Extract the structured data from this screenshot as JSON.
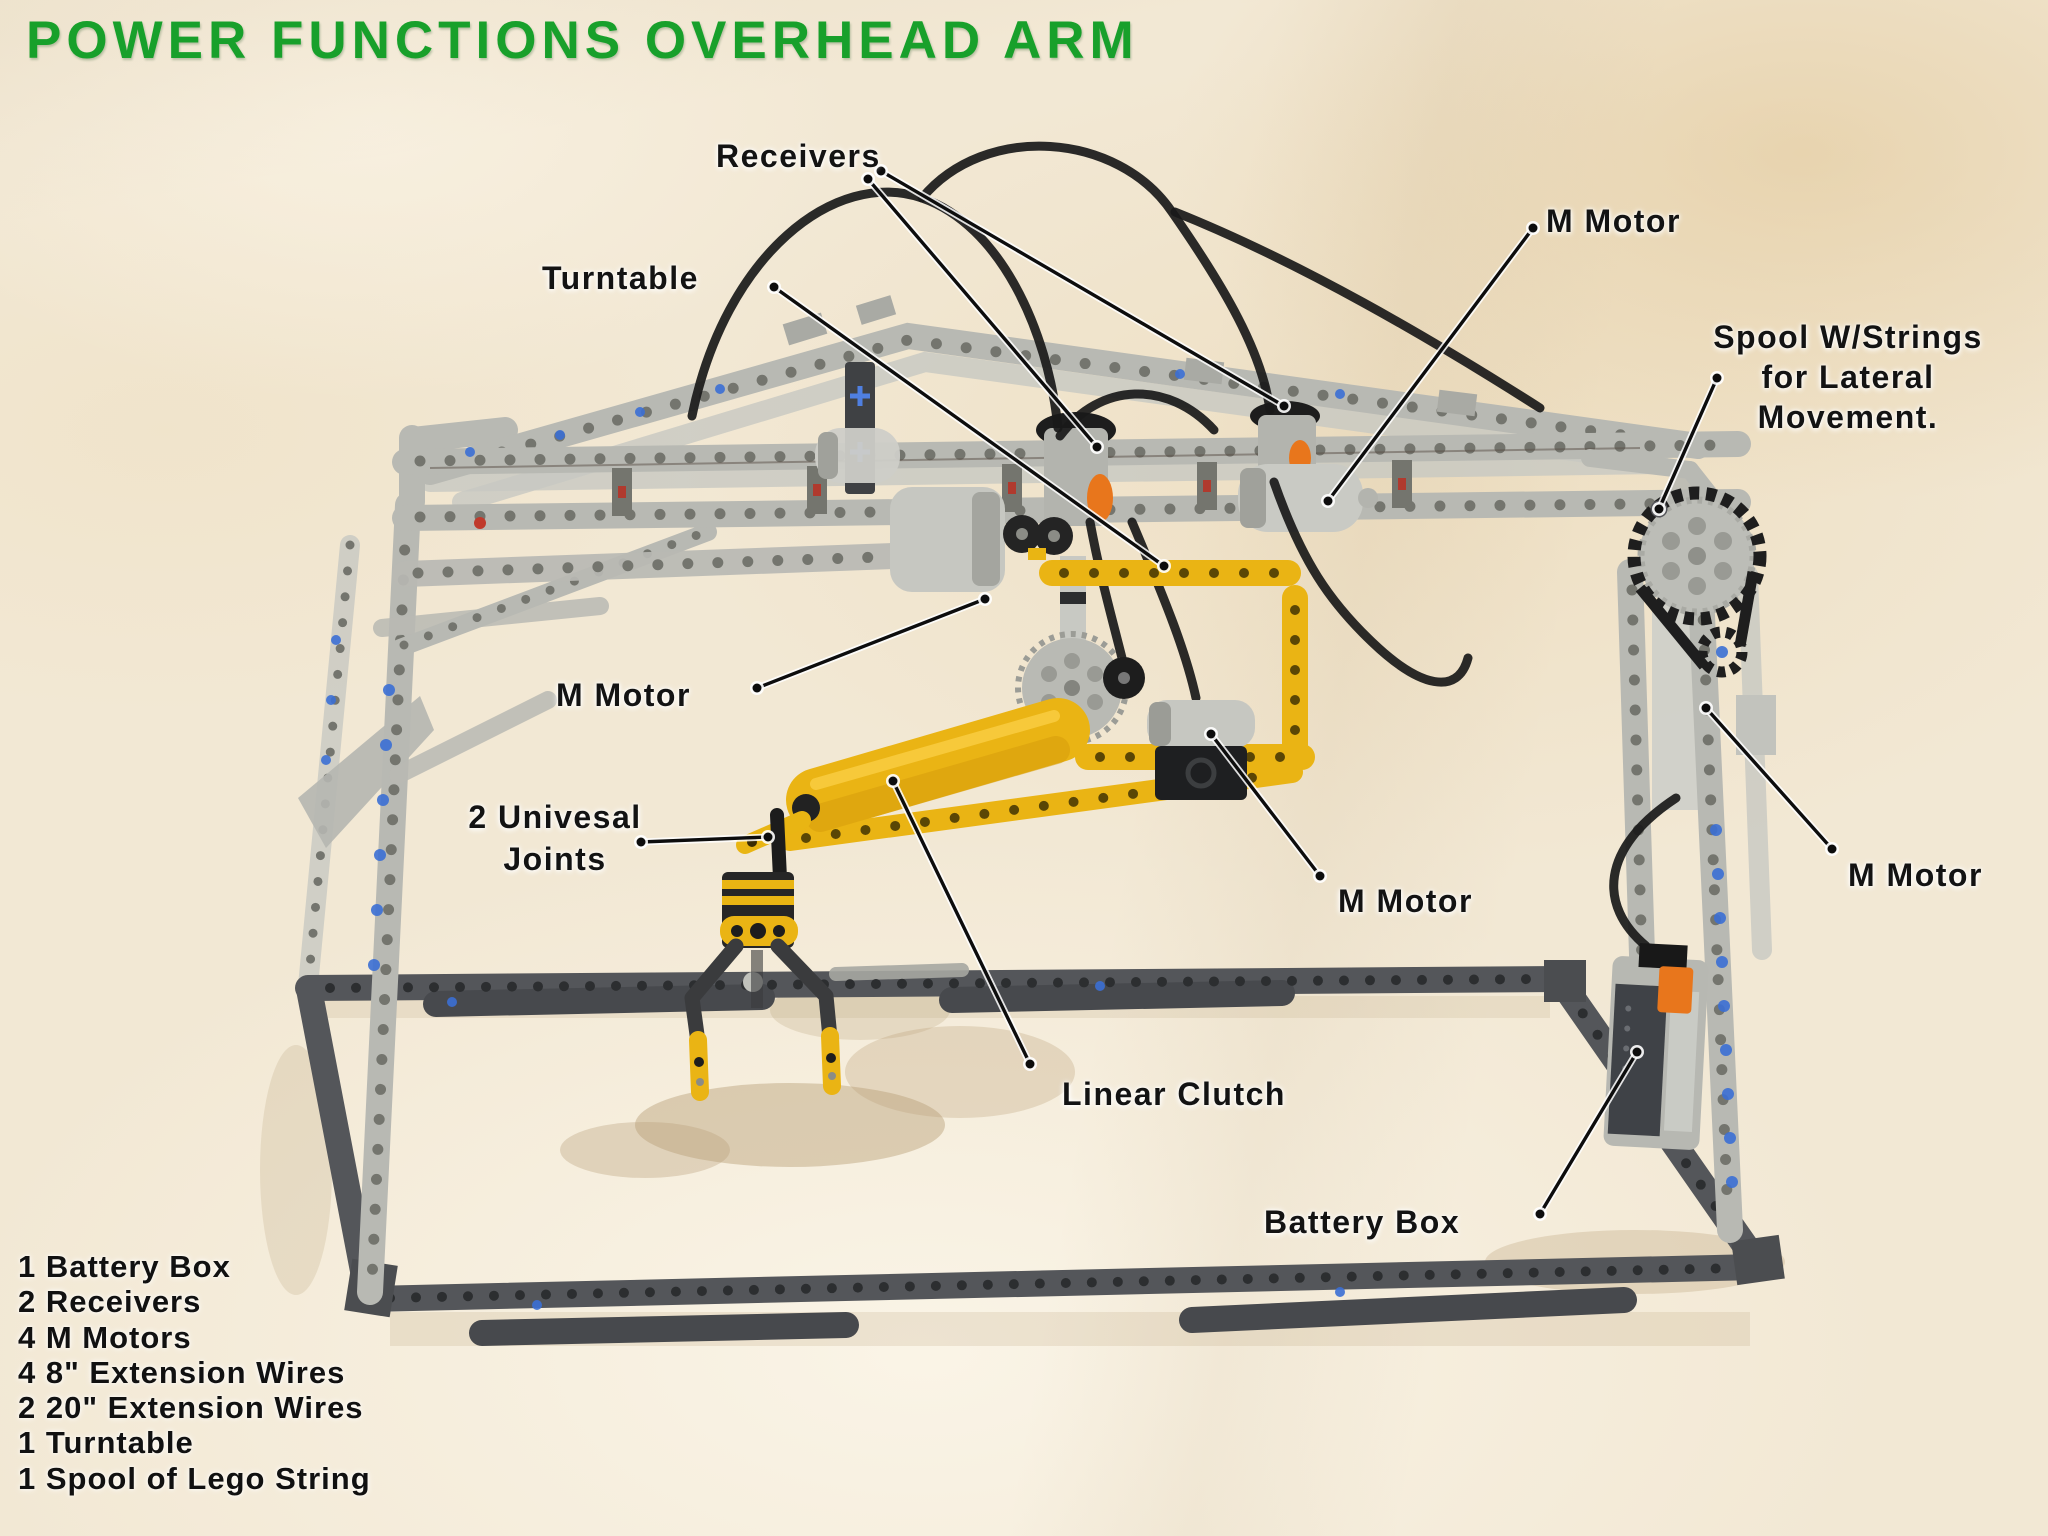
{
  "title": "POWER FUNCTIONS OVERHEAD ARM",
  "callouts": {
    "receivers": "Receivers",
    "m_motor_top": "M Motor",
    "turntable": "Turntable",
    "spool_line1": "Spool W/Strings",
    "spool_line2": "for Lateral",
    "spool_line3": "Movement.",
    "m_motor_left": "M Motor",
    "universal_line1": "2 Univesal",
    "universal_line2": "Joints",
    "m_motor_center": "M Motor",
    "m_motor_right": "M Motor",
    "linear_clutch": "Linear Clutch",
    "battery_box": "Battery Box"
  },
  "parts_list": [
    "1 Battery Box",
    "2 Receivers",
    "4 M Motors",
    "4 8\" Extension Wires",
    "2 20\" Extension Wires",
    "1 Turntable",
    "1 Spool of Lego String"
  ],
  "colors": {
    "title_green": "#18a02b",
    "label_black": "#131313",
    "background_cream": "#f2e8d4",
    "lego_light_gray": "#b8b9b3",
    "base_dark_gray": "#54565a",
    "lego_yellow": "#eab414",
    "accent_orange": "#e8761c",
    "pin_blue": "#3b6fd4"
  }
}
